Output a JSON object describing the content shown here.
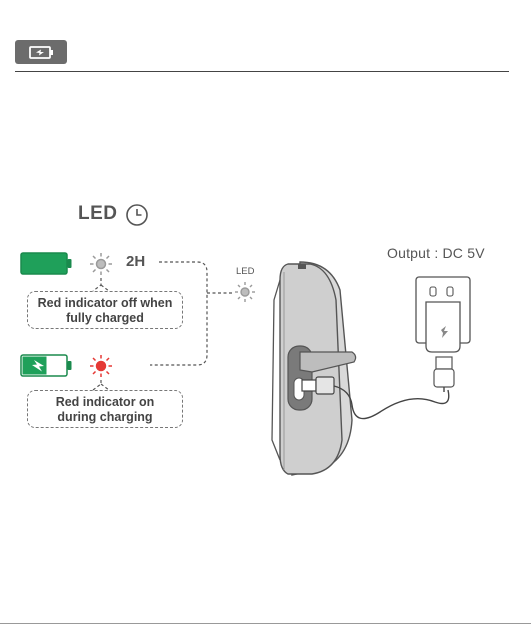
{
  "header": {
    "icon": "battery-charging-icon"
  },
  "led_section": {
    "title": "LED",
    "clock_icon": "clock-icon"
  },
  "full": {
    "time": "2H",
    "note": [
      "Red indicator off when",
      "fully charged"
    ],
    "battery_color": "#1fa05a"
  },
  "charging": {
    "note": [
      "Red indicator on",
      "during charging"
    ],
    "indicator_color": "#e53935"
  },
  "device": {
    "led_label": "LED"
  },
  "adapter": {
    "output_label": "Output : DC 5V"
  }
}
